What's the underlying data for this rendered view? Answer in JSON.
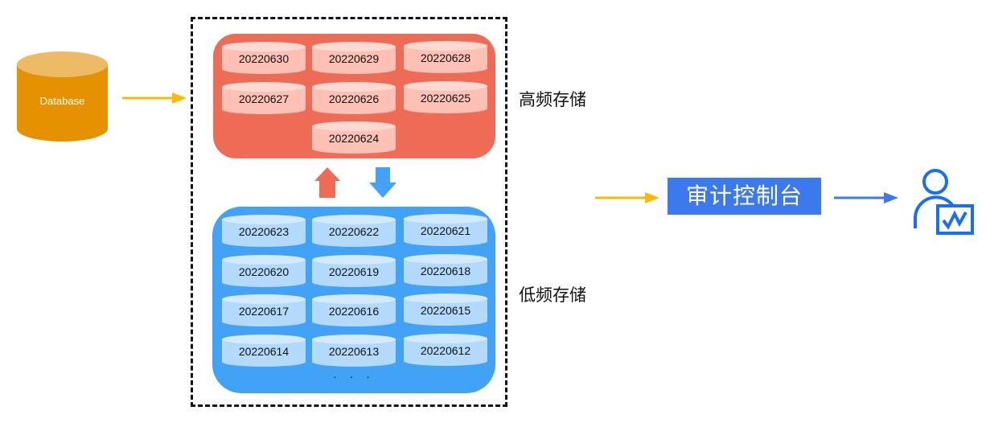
{
  "source": {
    "label": "Database",
    "color": "#e69100",
    "top_color": "#edba66"
  },
  "hot_storage": {
    "label": "高频存储",
    "panel_color": "#ee6c55",
    "cylinder_body": "#fcc1b4",
    "cylinder_top": "#fdd9d1",
    "partitions": [
      "20220630",
      "20220629",
      "20220628",
      "20220627",
      "20220626",
      "20220625",
      "20220624"
    ]
  },
  "cold_storage": {
    "label": "低频存储",
    "panel_color": "#42a2f6",
    "cylinder_body": "#b3dafc",
    "cylinder_top": "#d3eafe",
    "partitions": [
      "20220623",
      "20220622",
      "20220621",
      "20220620",
      "20220619",
      "20220618",
      "20220617",
      "20220616",
      "20220615",
      "20220614",
      "20220613",
      "20220612"
    ],
    "ellipsis": "· · ·"
  },
  "transfer_arrows": {
    "up_color": "#ee6c55",
    "down_color": "#42a2f6"
  },
  "console": {
    "label": "审计控制台",
    "color": "#3c79ed"
  },
  "arrow_colors": {
    "ingest": "#fbbb05",
    "output": "#3c79ed"
  },
  "user_icon": {
    "name": "user-monitor-icon",
    "color": "#1a6ef5"
  }
}
